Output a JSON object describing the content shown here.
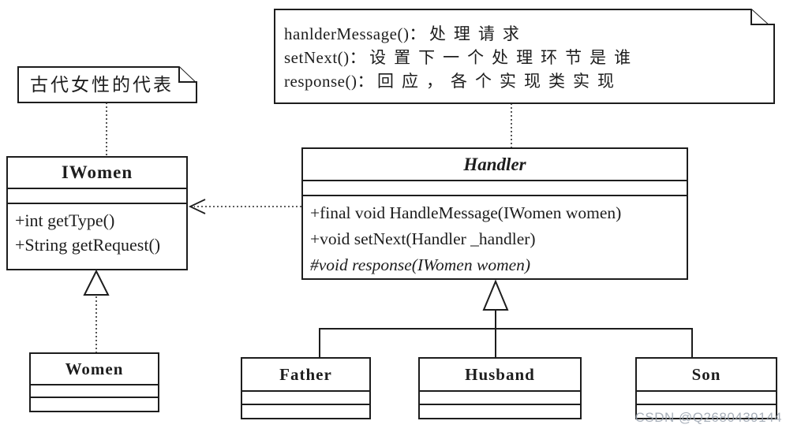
{
  "notes": {
    "top": {
      "lines": [
        {
          "code": "hanlderMessage()：",
          "text": "处理请求"
        },
        {
          "code": "setNext()：",
          "text": "设置下一个处理环节是谁"
        },
        {
          "code": "response()：",
          "text": "回应，各个实现类实现"
        }
      ]
    },
    "left": {
      "text": "古代女性的代表"
    }
  },
  "classes": {
    "iwomen": {
      "name": "IWomen",
      "methods": [
        "+int getType()",
        "+String getRequest()"
      ]
    },
    "handler": {
      "name": "Handler",
      "methods": [
        "+final void HandleMessage(IWomen women)",
        "+void setNext(Handler _handler)",
        "#void response(IWomen women)"
      ]
    },
    "women": {
      "name": "Women"
    },
    "father": {
      "name": "Father"
    },
    "husband": {
      "name": "Husband"
    },
    "son": {
      "name": "Son"
    }
  },
  "relationships": [
    {
      "type": "note-anchor",
      "from": "note-left",
      "to": "IWomen"
    },
    {
      "type": "note-anchor",
      "from": "note-top",
      "to": "Handler"
    },
    {
      "type": "dependency",
      "from": "Handler",
      "to": "IWomen"
    },
    {
      "type": "realization",
      "from": "Women",
      "to": "IWomen"
    },
    {
      "type": "generalization",
      "from": "Father",
      "to": "Handler"
    },
    {
      "type": "generalization",
      "from": "Husband",
      "to": "Handler"
    },
    {
      "type": "generalization",
      "from": "Son",
      "to": "Handler"
    }
  ],
  "watermark": "CSDN @Q2680439144",
  "colors": {
    "line": "#1d1d1d",
    "background": "#ffffff",
    "watermark": "#9aa3ae"
  }
}
